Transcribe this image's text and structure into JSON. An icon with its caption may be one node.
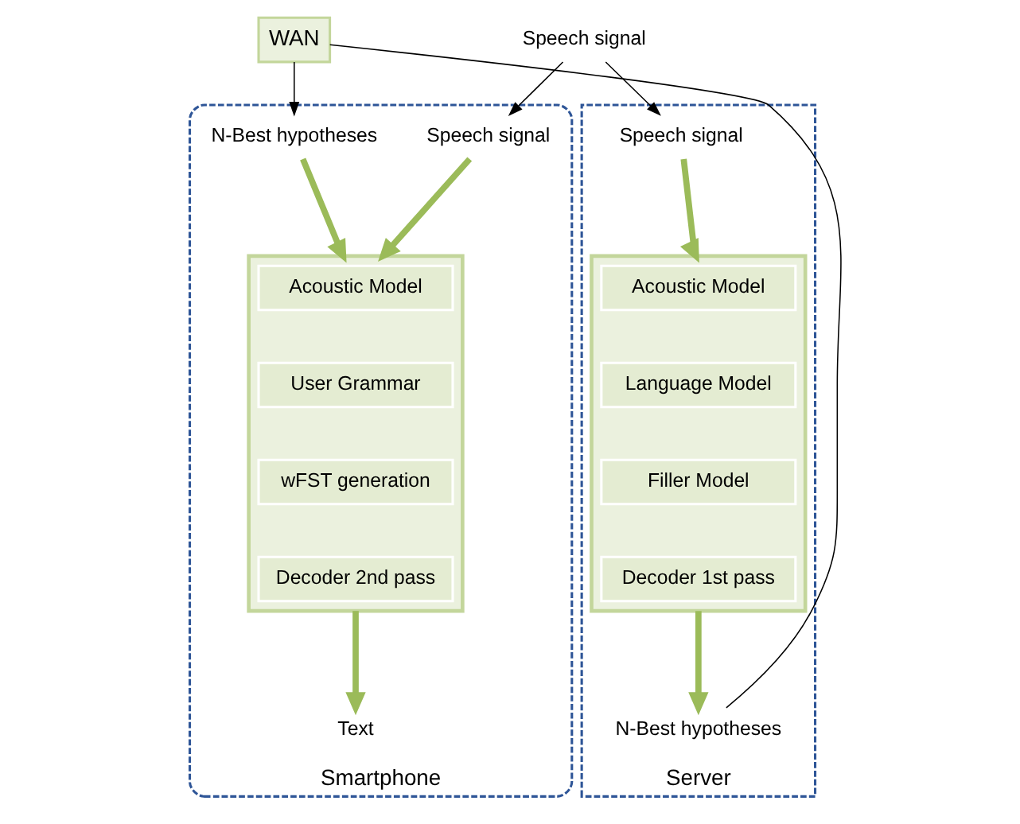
{
  "diagram": {
    "nodes": [
      {
        "text": [
          "Smartphone"
        ]
      },
      {
        "text": [
          "Server"
        ]
      },
      {
        "text": [
          "Speech signal"
        ]
      },
      {
        "text": [
          "WAN"
        ]
      },
      {
        "text": [
          "Speech signal"
        ],
        "in": 0
      },
      {
        "text": [
          "N-Best hypotheses"
        ],
        "in": 0
      },
      {
        "text": [],
        "shape": "box",
        "in": 0
      },
      {
        "text": [
          "Acoustic Model"
        ],
        "in": 6
      },
      {
        "text": [
          "User Grammar"
        ],
        "in": 6
      },
      {
        "text": [
          "wFST generation"
        ],
        "in": 6
      },
      {
        "text": [
          "Decoder 2nd pass"
        ],
        "in": 6
      },
      {
        "text": [
          "Text"
        ],
        "in": 0
      },
      {
        "text": [
          "Speech signal"
        ],
        "in": 1
      },
      {
        "text": [],
        "shape": "box",
        "in": 1
      },
      {
        "text": [
          "Acoustic Model"
        ],
        "in": 13
      },
      {
        "text": [
          "Language Model"
        ],
        "in": 13
      },
      {
        "text": [
          "Filler Model"
        ],
        "in": 13
      },
      {
        "text": [
          "Decoder 1st pass"
        ],
        "in": 13
      },
      {
        "text": [
          "N-Best hypotheses"
        ],
        "in": 1
      }
    ],
    "edges": [
      {
        "from": 2,
        "to": 4,
        "arrow": "to",
        "color": "#000000"
      },
      {
        "from": 2,
        "to": 12,
        "arrow": "to",
        "color": "#000000"
      },
      {
        "from": 18,
        "to": 3,
        "arrow": "none",
        "color": "#000000"
      },
      {
        "from": 3,
        "to": 5,
        "arrow": "to",
        "color": "#000000"
      },
      {
        "from": 4,
        "to": 6,
        "arrow": "to"
      },
      {
        "from": 5,
        "to": 6,
        "arrow": "to"
      },
      {
        "from": 6,
        "to": 11,
        "arrow": "to"
      },
      {
        "from": 12,
        "to": 13,
        "arrow": "to"
      },
      {
        "from": 13,
        "to": 18,
        "arrow": "to"
      }
    ]
  }
}
